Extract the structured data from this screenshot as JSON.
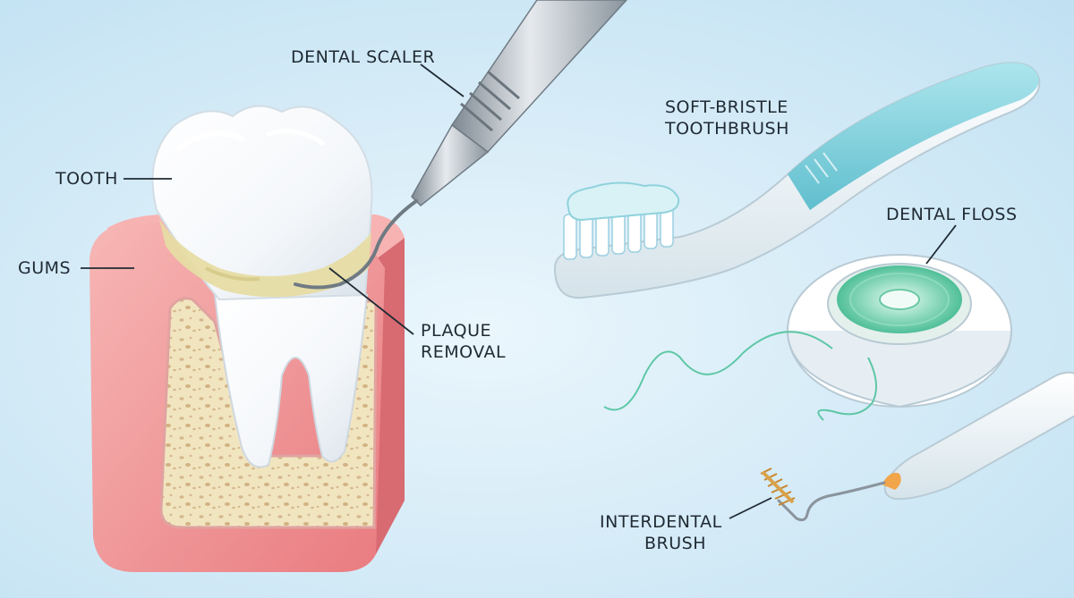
{
  "labels": {
    "dental_scaler": "DENTAL SCALER",
    "tooth": "TOOTH",
    "gums": "GUMS",
    "plaque_removal": [
      "PLAQUE",
      "REMOVAL"
    ],
    "toothbrush": [
      "SOFT-BRISTLE",
      "TOOTHBRUSH"
    ],
    "dental_floss": "DENTAL FLOSS",
    "interdental_brush": [
      "INTERDENTAL",
      "BRUSH"
    ]
  },
  "colors": {
    "background_top": "#cce7f5",
    "background_bottom": "#eaf6fc",
    "gum": "#ef8f92",
    "bone": "#f1e5c0",
    "enamel": "#ffffff",
    "plaque": "#e6dca4",
    "toothbrush_accent": "#7fd0dc",
    "floss": "#5fc7a6",
    "brush_bristle": "#d9a24a",
    "instrument_steel": "#a9b1b9"
  }
}
